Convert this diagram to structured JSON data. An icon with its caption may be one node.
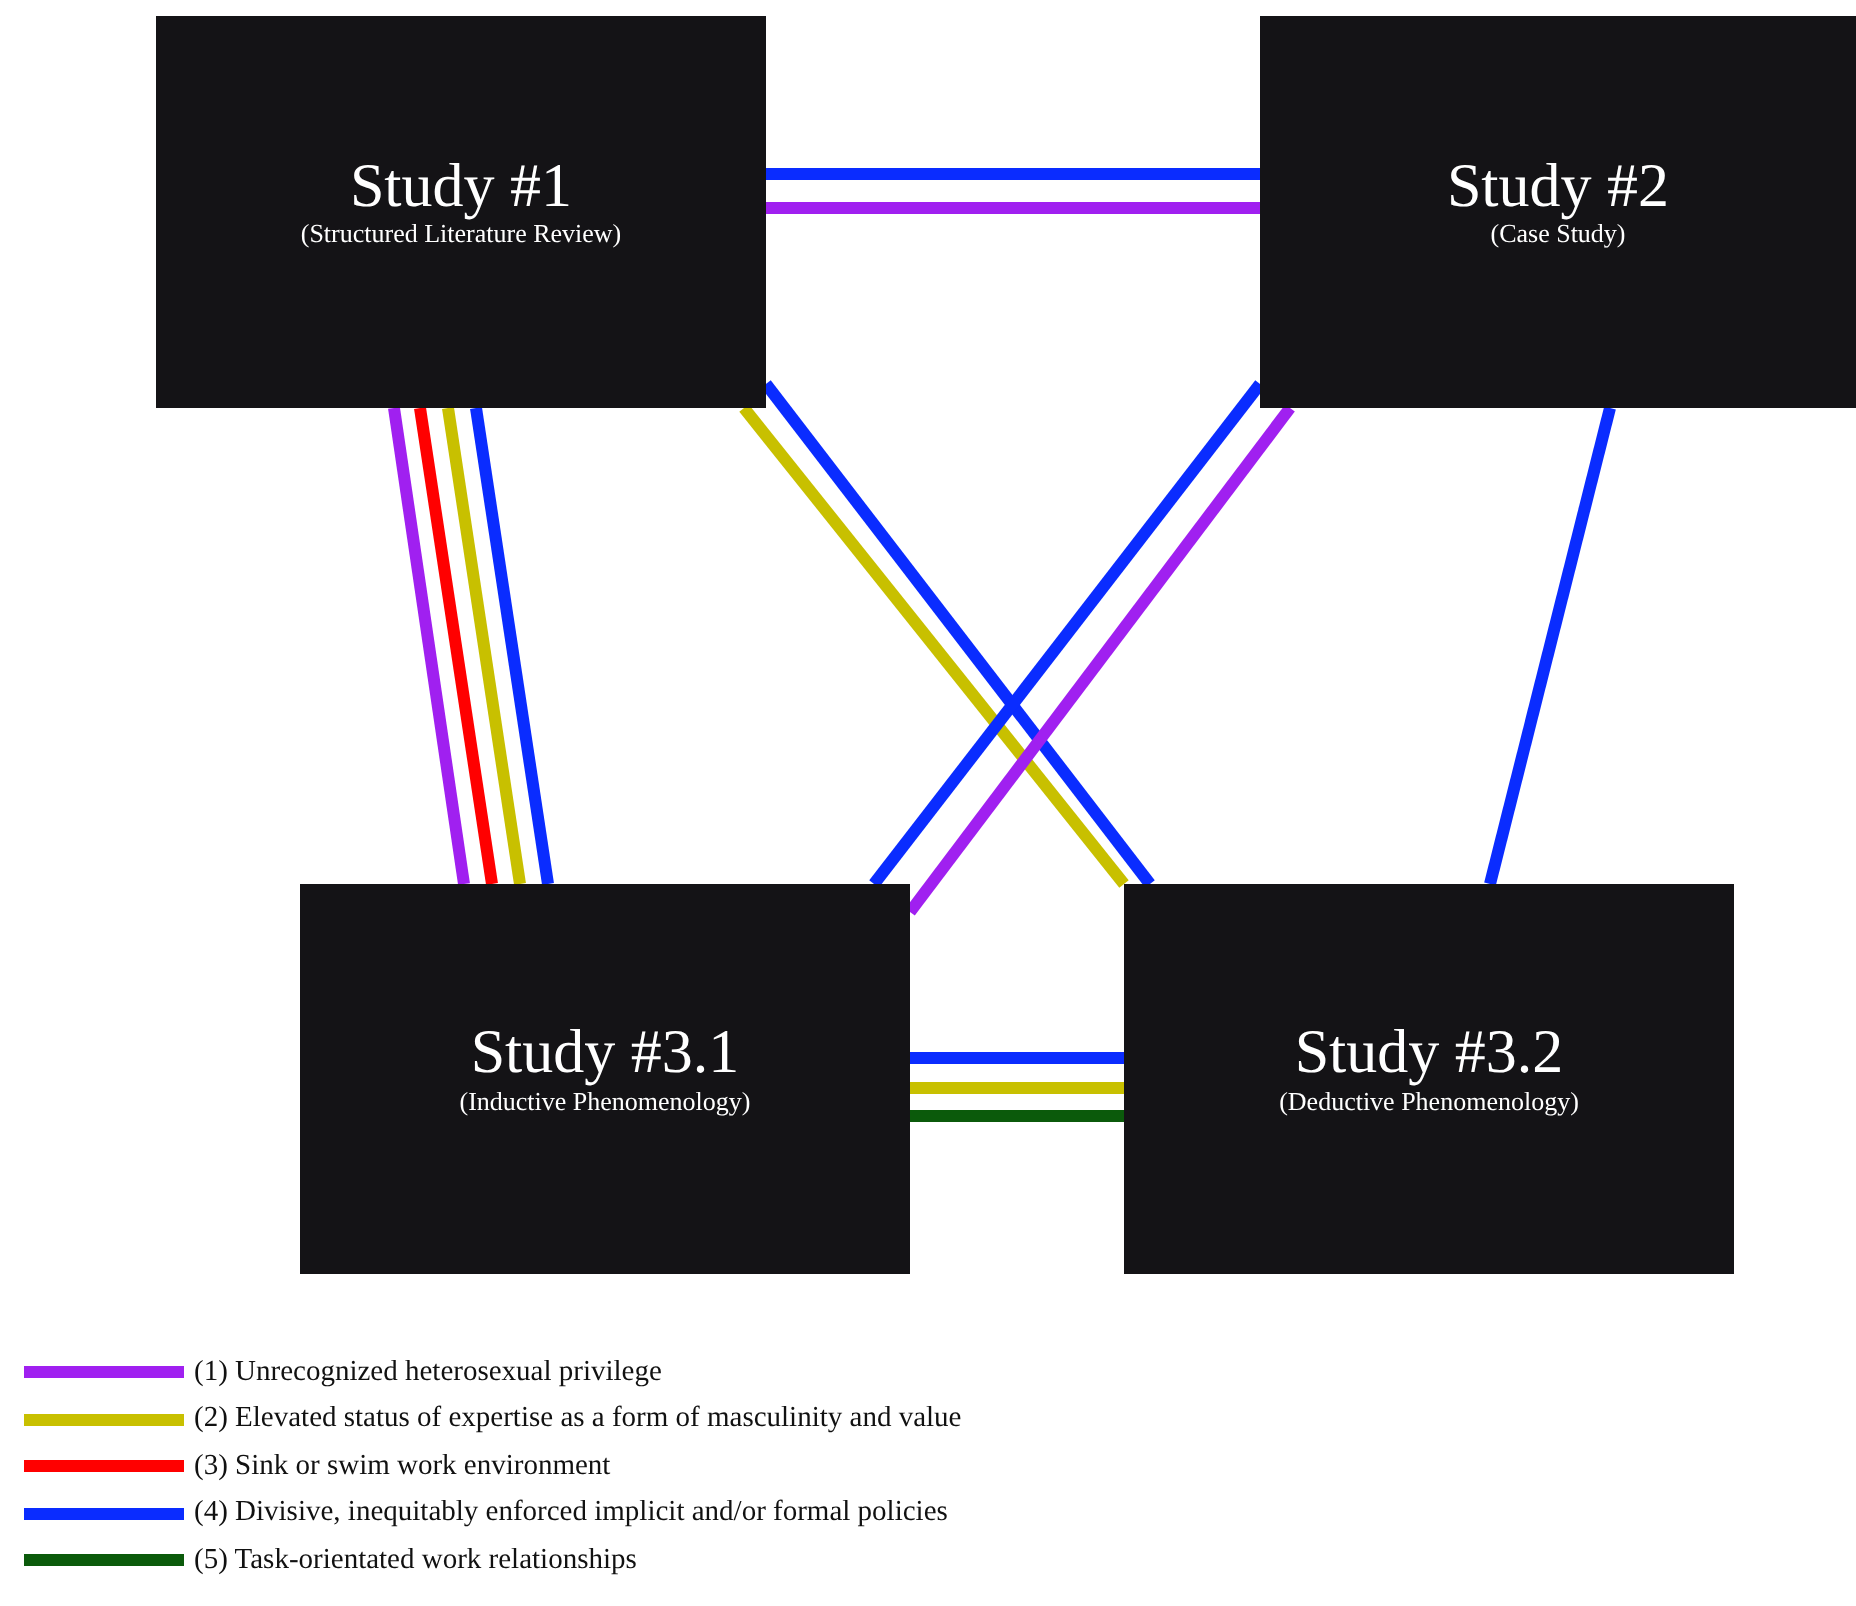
{
  "diagram": {
    "nodes": [
      {
        "text": [
          "Study #1",
          "(Structured Literature Review)"
        ]
      },
      {
        "text": [
          "Study #2",
          "(Case Study)"
        ]
      },
      {
        "text": [
          "Study #3.1",
          "(Inductive Phenomenology)"
        ]
      },
      {
        "text": [
          "Study #3.2",
          "(Deductive Phenomenology)"
        ]
      }
    ],
    "edges": [
      {
        "from": 0,
        "to": 1,
        "arrow": "none"
      },
      {
        "from": 0,
        "to": 1,
        "arrow": "none",
        "color": "#a020f0"
      },
      {
        "from": 0,
        "to": 2,
        "arrow": "none",
        "color": "#a020f0"
      },
      {
        "from": 0,
        "to": 2,
        "arrow": "none",
        "color": "#ff0000"
      },
      {
        "from": 0,
        "to": 2,
        "arrow": "none",
        "color": "#c8c000"
      },
      {
        "from": 0,
        "to": 2,
        "arrow": "none"
      },
      {
        "from": 0,
        "to": 3,
        "arrow": "none",
        "color": "#c8c000"
      },
      {
        "from": 0,
        "to": 3,
        "arrow": "none"
      },
      {
        "from": 1,
        "to": 2,
        "arrow": "none"
      },
      {
        "from": 1,
        "to": 2,
        "arrow": "none",
        "color": "#a020f0"
      },
      {
        "from": 1,
        "to": 3,
        "arrow": "none"
      },
      {
        "from": 2,
        "to": 3,
        "arrow": "none"
      },
      {
        "from": 2,
        "to": 3,
        "arrow": "none",
        "color": "#c8c000"
      },
      {
        "from": 2,
        "to": 3,
        "arrow": "none",
        "color": "#0b5a0b"
      }
    ],
    "legend": [
      {
        "text": "(1) Unrecognized heterosexual privilege",
        "color": "#a020f0"
      },
      {
        "text": "(2) Elevated status of expertise as a form of masculinity and value",
        "color": "#c8c000"
      },
      {
        "text": "(3) Sink or swim work environment",
        "color": "#ff0000"
      },
      {
        "text": "(4) Divisive, inequitably enforced implicit and/or formal policies",
        "color": "#0a2cff"
      },
      {
        "text": "(5) Task-orientated work relationships",
        "color": "#0b5a0b"
      }
    ]
  }
}
